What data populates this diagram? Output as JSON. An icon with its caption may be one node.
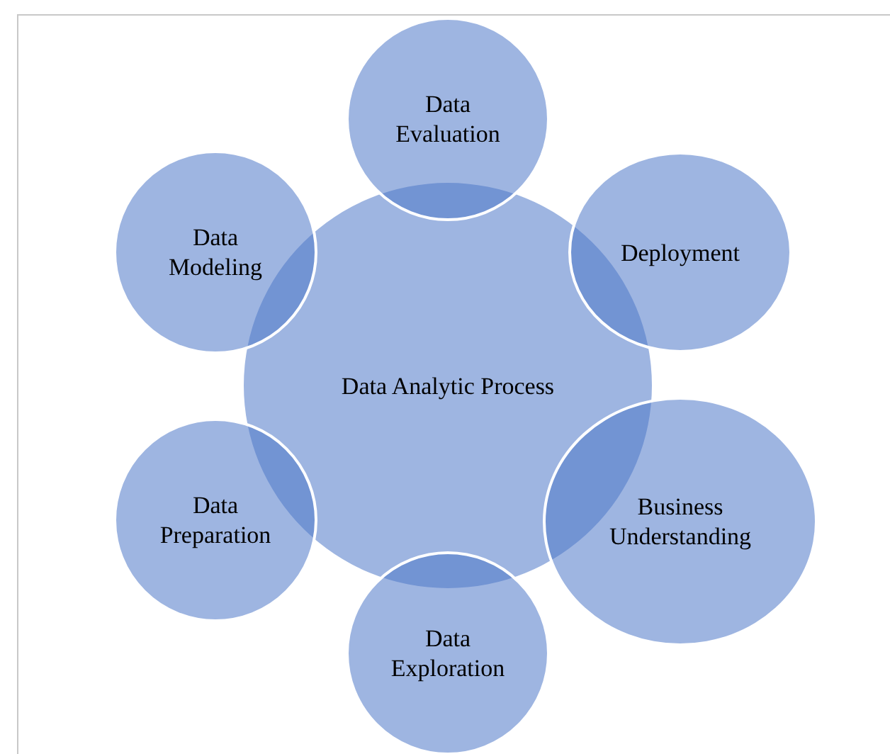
{
  "diagram": {
    "nodes": [
      {
        "text": [
          "Data Analytic Process"
        ]
      },
      {
        "text": [
          "Data Evaluation"
        ]
      },
      {
        "text": [
          "Deployment"
        ]
      },
      {
        "text": [
          "Business Understanding"
        ]
      },
      {
        "text": [
          "Data Exploration"
        ]
      },
      {
        "text": [
          "Data Preparation"
        ]
      },
      {
        "text": [
          "Data Modeling"
        ]
      }
    ]
  }
}
